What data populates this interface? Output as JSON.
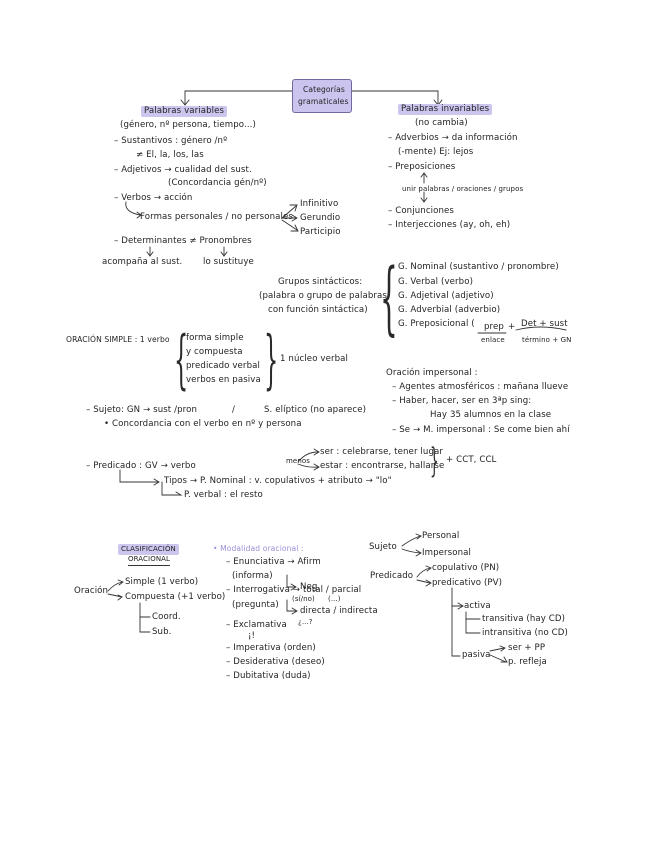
{
  "title": {
    "line1": "Categorías",
    "line2": "gramaticales"
  },
  "variables": {
    "heading": "Palabras variables",
    "sub": "(género, nº persona, tiempo...)",
    "sustantivos": "– Sustantivos : género /nº",
    "articulos": "≠ El, la, los, las",
    "adjetivos": "– Adjetivos → cualidad del sust.",
    "concordancia": "(Concordancia gén/nº)",
    "verbos": "– Verbos → acción",
    "formas": "Formas personales / no personales",
    "infinitivo": "Infinitivo",
    "gerundio": "Gerundio",
    "participio": "Participio",
    "determinantes": "– Determinantes ≠ Pronombres",
    "acompana": "acompaña al sust.",
    "sustituye": "lo sustituye"
  },
  "invariables": {
    "heading": "Palabras invariables",
    "sub": "(no cambia)",
    "adverbios": "– Adverbios → da información",
    "mente": "(-mente) Ej: lejos",
    "preposiciones": "– Preposiciones",
    "unir": "unir palabras / oraciones / grupos",
    "conjunciones": "– Conjunciones",
    "interjecciones": "– Interjecciones (ay, oh, eh)"
  },
  "grupos": {
    "line1": "Grupos sintácticos:",
    "line2": "(palabra o grupo de palabras",
    "line3": "con función sintáctica)",
    "items": [
      "G. Nominal (sustantivo / pronombre)",
      "G. Verbal (verbo)",
      "G. Adjetival (adjetivo)",
      "G. Adverbial (adverbio)",
      "G. Preposicional ("
    ],
    "prep": "prep",
    "enlace": "enlace",
    "det": "Det + sust",
    "termino": "término + GN"
  },
  "oracion_simple": {
    "label": "ORACIÓN SIMPLE : 1 verbo",
    "items": [
      "forma simple",
      "y compuesta",
      "predicado verbal",
      "verbos en pasiva"
    ],
    "nucleo": "1 núcleo verbal"
  },
  "impersonal": {
    "heading": "Oración impersonal :",
    "agentes": "– Agentes atmosféricos : mañana llueve",
    "haber": "– Haber, hacer, ser en 3ªp sing:",
    "hay": "Hay 35 alumnos en la clase",
    "se": "– Se → M. impersonal : Se come bien ahí"
  },
  "sujeto": {
    "line": "– Sujeto: GN → sust /pron",
    "slash": "/",
    "eliptico": "S. elíptico (no aparece)",
    "concordancia": "• Concordancia con el verbo en nº y persona"
  },
  "predicado": {
    "line": "– Predicado : GV → verbo",
    "tipos": "Tipos → P. Nominal : v. copulativos + atributo → \"lo\"",
    "verbal": "P. verbal : el resto",
    "menos": "menos",
    "ser": "ser : celebrarse, tener lugar",
    "estar": "estar : encontrarse, hallarse",
    "cct": "+ CCT, CCL"
  },
  "clasificacion": {
    "heading1": "CLASIFICACIÓN",
    "heading2": "ORACIONAL",
    "oracion": "Oración",
    "simple": "Simple (1 verbo)",
    "compuesta": "Compuesta (+1 verbo)",
    "coord": "Coord.",
    "sub": "Sub."
  },
  "modalidad": {
    "heading": "• Modalidad oracional :",
    "enunciativa": "– Enunciativa → Afirm",
    "informa": "(informa)",
    "neg": "Neg.",
    "interrogativa": "– Interrogativa → total / parcial",
    "sino": "(sí/no)",
    "dots": "(...)",
    "pregunta": "(pregunta)",
    "directa": "directa / indirecta",
    "d": "¿...?",
    "exclamativa": "– Exclamativa",
    "excl": "¡!",
    "imperativa": "– Imperativa (orden)",
    "desiderativa": "– Desiderativa (deseo)",
    "dubitativa": "– Dubitativa (duda)"
  },
  "sujeto_tree": {
    "sujeto": "Sujeto",
    "personal": "Personal",
    "impersonal": "Impersonal",
    "predicado": "Predicado",
    "copulativo": "copulativo (PN)",
    "predicativo": "predicativo (PV)",
    "activa": "activa",
    "transitiva": "transitiva (hay CD)",
    "intransitiva": "intransitiva (no CD)",
    "pasiva": "pasiva",
    "serpp": "ser + PP",
    "refleja": "p. refleja"
  }
}
